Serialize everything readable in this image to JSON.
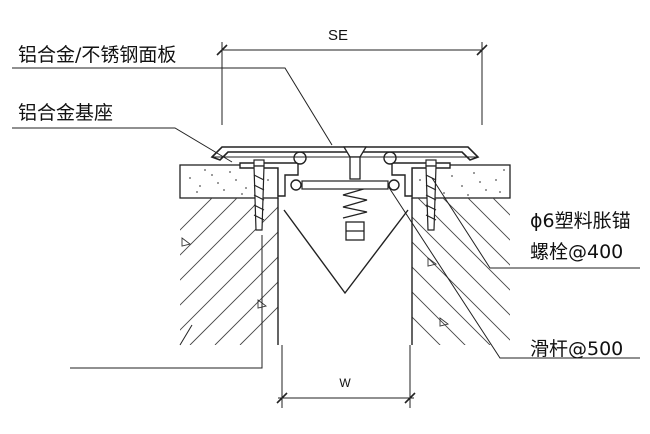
{
  "dimensions": {
    "top": "SE",
    "bottom": "W"
  },
  "callouts": {
    "cover_plate": "铝合金/不锈钢面板",
    "base_seat": "铝合金基座",
    "anchor_bolt_line1": "ϕ6塑料胀锚",
    "anchor_bolt_line2": "螺栓@400",
    "slide_bar": "滑杆@500"
  },
  "colors": {
    "line": "#222222",
    "hatch": "#444444",
    "background": "#ffffff"
  }
}
